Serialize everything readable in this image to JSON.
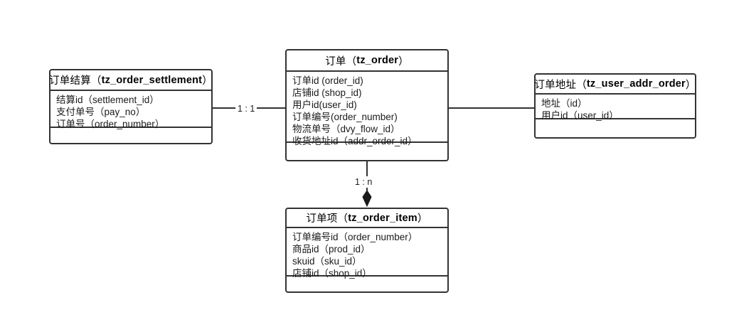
{
  "diagram": {
    "type": "er-diagram",
    "title": "",
    "stroke_color": "#333333",
    "text_color": "#1b1b1b",
    "background": "#ffffff"
  },
  "entities": {
    "settlement": {
      "name_cn": "订单结算",
      "table": "tz_order_settlement",
      "header": "订单结算（tz_order_settlement）",
      "fields": [
        "结算id（settlement_id）",
        "支付单号（pay_no）",
        "订单号（order_number）"
      ]
    },
    "order": {
      "name_cn": "订单",
      "table": "tz_order",
      "header": "订单（tz_order）",
      "fields": [
        "订单id (order_id)",
        "店铺id (shop_id)",
        "用户id(user_id)",
        "订单编号(order_number)",
        "物流单号（dvy_flow_id）",
        "收货地址id（addr_order_id）"
      ]
    },
    "addr": {
      "name_cn": "订单地址",
      "table": "tz_user_addr_order",
      "header": "订单地址（tz_user_addr_order）",
      "fields": [
        "地址（id）",
        "用户id（user_id）"
      ]
    },
    "orderitem": {
      "name_cn": "订单项",
      "table": "tz_order_item",
      "header": "订单项（tz_order_item）",
      "fields": [
        "订单编号id（order_number）",
        "商品id（prod_id）",
        "skuid（sku_id）",
        "店铺id（shop_id）"
      ]
    }
  },
  "relationships": [
    {
      "id": "settlement-order",
      "from": "settlement",
      "to": "order",
      "label": "1 : 1",
      "marker": "none"
    },
    {
      "id": "order-addr",
      "from": "order",
      "to": "addr",
      "label": "",
      "marker": "none"
    },
    {
      "id": "order-orderitem",
      "from": "order",
      "to": "orderitem",
      "label": "1 : n",
      "marker": "filled-diamond"
    }
  ]
}
